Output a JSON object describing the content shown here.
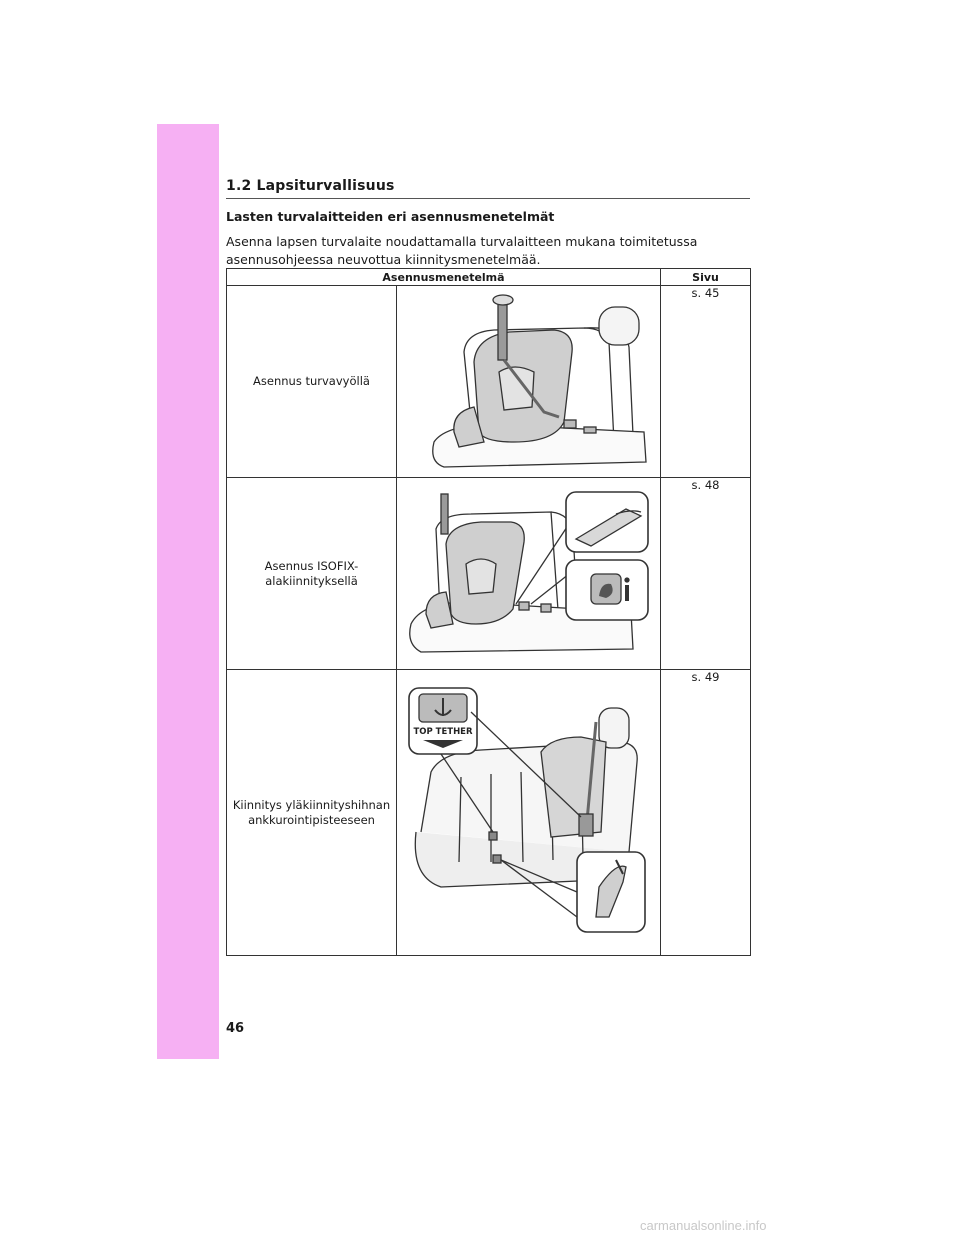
{
  "header": {
    "section_title": "1.2  Lapsiturvallisuus"
  },
  "content": {
    "subheading": "Lasten turvalaitteiden eri asennusmenetelmät",
    "intro": "Asenna lapsen turvalaite noudattamalla turvalaitteen mukana toimitetussa asennusohjeessa neuvottua kiinnitysmenetelmää."
  },
  "table": {
    "headers": {
      "method": "Asennusmenetelmä",
      "page": "Sivu"
    },
    "rows": [
      {
        "method": "Asennus turvavyöllä",
        "page": "s. 45"
      },
      {
        "method": "Asennus ISOFIX-alakiinnityksellä",
        "page": "s. 48"
      },
      {
        "method": "Kiinnitys yläkiinnityshihnan ankkurointipisteeseen",
        "page": "s. 49"
      }
    ],
    "figure_label": "TOP TETHER"
  },
  "footer": {
    "page_number": "46",
    "watermark": "carmanualsonline.info"
  },
  "colors": {
    "side_tab": "#f6b0f3"
  }
}
